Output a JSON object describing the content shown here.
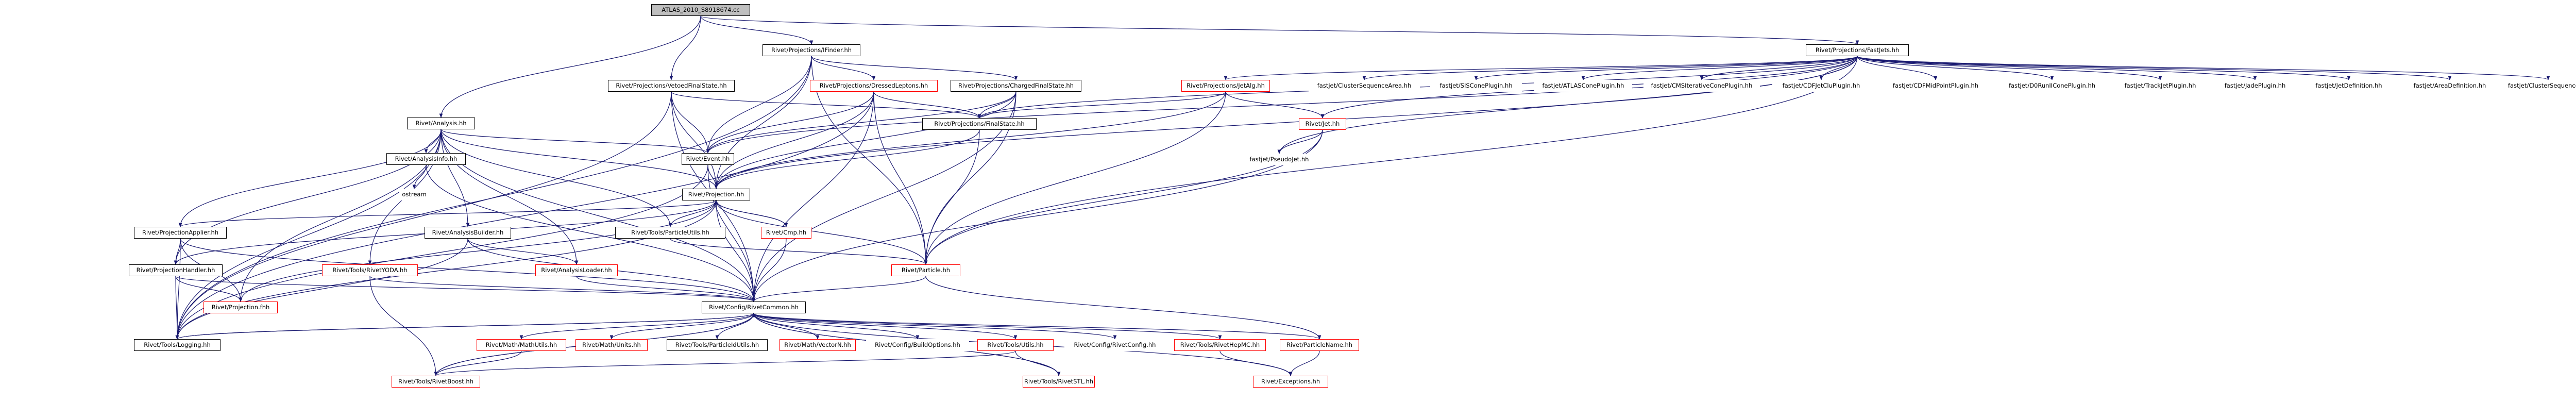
{
  "graph": {
    "title": "ATLAS_2010_S8918674.cc",
    "nodes": [
      {
        "id": "root",
        "label": "ATLAS_2010_S8918674.cc",
        "kind": "root"
      },
      {
        "id": "ffinder",
        "label": "Rivet/Projections/IFinder.hh",
        "kind": "normal"
      },
      {
        "id": "fastjets",
        "label": "Rivet/Projections/FastJets.hh",
        "kind": "normal"
      },
      {
        "id": "dressed",
        "label": "Rivet/Projections/DressedLeptons.hh",
        "kind": "red"
      },
      {
        "id": "charged",
        "label": "Rivet/Projections/ChargedFinalState.hh",
        "kind": "normal"
      },
      {
        "id": "vetoed",
        "label": "Rivet/Projections/VetoedFinalState.hh",
        "kind": "normal"
      },
      {
        "id": "jetalg",
        "label": "Rivet/Projections/JetAlg.hh",
        "kind": "red"
      },
      {
        "id": "csaf",
        "label": "fastjet/ClusterSequenceArea.hh",
        "kind": "plain"
      },
      {
        "id": "siscone",
        "label": "fastjet/SISConePlugin.hh",
        "kind": "plain"
      },
      {
        "id": "atlascone",
        "label": "fastjet/ATLASConePlugin.hh",
        "kind": "plain"
      },
      {
        "id": "cmsit",
        "label": "fastjet/CMSIterativeConePlugin.hh",
        "kind": "plain"
      },
      {
        "id": "cdfjetclu",
        "label": "fastjet/CDFJetCluPlugin.hh",
        "kind": "plain"
      },
      {
        "id": "cdfmid",
        "label": "fastjet/CDFMidPointPlugin.hh",
        "kind": "plain"
      },
      {
        "id": "d0run",
        "label": "fastjet/D0RunIIConePlugin.hh",
        "kind": "plain"
      },
      {
        "id": "trackjet",
        "label": "fastjet/TrackJetPlugin.hh",
        "kind": "plain"
      },
      {
        "id": "jade",
        "label": "fastjet/JadePlugin.hh",
        "kind": "plain"
      },
      {
        "id": "jetdef",
        "label": "fastjet/JetDefinition.hh",
        "kind": "plain"
      },
      {
        "id": "areadef",
        "label": "fastjet/AreaDefinition.hh",
        "kind": "plain"
      },
      {
        "id": "clusterseq",
        "label": "fastjet/ClusterSequence.hh",
        "kind": "plain"
      },
      {
        "id": "analysis",
        "label": "Rivet/Analysis.hh",
        "kind": "normal"
      },
      {
        "id": "finalstate",
        "label": "Rivet/Projections/FinalState.hh",
        "kind": "normal"
      },
      {
        "id": "jet",
        "label": "Rivet/Jet.hh",
        "kind": "red"
      },
      {
        "id": "analysisinfo",
        "label": "Rivet/AnalysisInfo.hh",
        "kind": "normal"
      },
      {
        "id": "event",
        "label": "Rivet/Event.hh",
        "kind": "normal"
      },
      {
        "id": "pseudojet",
        "label": "fastjet/PseudoJet.hh",
        "kind": "plain"
      },
      {
        "id": "ostream",
        "label": "ostream",
        "kind": "plain"
      },
      {
        "id": "projection",
        "label": "Rivet/Projection.hh",
        "kind": "normal"
      },
      {
        "id": "projapplier",
        "label": "Rivet/ProjectionApplier.hh",
        "kind": "normal"
      },
      {
        "id": "anabuilder",
        "label": "Rivet/AnalysisBuilder.hh",
        "kind": "normal"
      },
      {
        "id": "particleutils",
        "label": "Rivet/Tools/ParticleUtils.hh",
        "kind": "normal"
      },
      {
        "id": "cmp",
        "label": "Rivet/Cmp.hh",
        "kind": "red"
      },
      {
        "id": "projhandler",
        "label": "Rivet/ProjectionHandler.hh",
        "kind": "normal"
      },
      {
        "id": "yoda",
        "label": "Rivet/Tools/RivetYODA.hh",
        "kind": "red"
      },
      {
        "id": "analoader",
        "label": "Rivet/AnalysisLoader.hh",
        "kind": "red"
      },
      {
        "id": "particle",
        "label": "Rivet/Particle.hh",
        "kind": "red"
      },
      {
        "id": "projfhh",
        "label": "Rivet/Projection.fhh",
        "kind": "red"
      },
      {
        "id": "common",
        "label": "Rivet/Config/RivetCommon.hh",
        "kind": "normal"
      },
      {
        "id": "logging",
        "label": "Rivet/Tools/Logging.hh",
        "kind": "normal"
      },
      {
        "id": "mathutils",
        "label": "Rivet/Math/MathUtils.hh",
        "kind": "red"
      },
      {
        "id": "units",
        "label": "Rivet/Math/Units.hh",
        "kind": "red"
      },
      {
        "id": "pidutils",
        "label": "Rivet/Tools/ParticleIdUtils.hh",
        "kind": "normal"
      },
      {
        "id": "vectorn",
        "label": "Rivet/Math/VectorN.hh",
        "kind": "red"
      },
      {
        "id": "buildopts",
        "label": "Rivet/Config/BuildOptions.hh",
        "kind": "plain"
      },
      {
        "id": "utils",
        "label": "Rivet/Tools/Utils.hh",
        "kind": "red"
      },
      {
        "id": "rivetconfig",
        "label": "Rivet/Config/RivetConfig.hh",
        "kind": "plain"
      },
      {
        "id": "hepmc",
        "label": "Rivet/Tools/RivetHepMC.hh",
        "kind": "red"
      },
      {
        "id": "pname",
        "label": "Rivet/ParticleName.hh",
        "kind": "red"
      },
      {
        "id": "boost",
        "label": "Rivet/Tools/RivetBoost.hh",
        "kind": "red"
      },
      {
        "id": "stl",
        "label": "Rivet/Tools/RivetSTL.hh",
        "kind": "red"
      },
      {
        "id": "exceptions",
        "label": "Rivet/Exceptions.hh",
        "kind": "red"
      }
    ],
    "edges": [
      [
        "root",
        "ffinder"
      ],
      [
        "root",
        "fastjets"
      ],
      [
        "root",
        "vetoed"
      ],
      [
        "root",
        "analysis"
      ],
      [
        "ffinder",
        "dressed"
      ],
      [
        "ffinder",
        "charged"
      ],
      [
        "ffinder",
        "event"
      ],
      [
        "ffinder",
        "projection"
      ],
      [
        "ffinder",
        "particle"
      ],
      [
        "ffinder",
        "logging"
      ],
      [
        "fastjets",
        "jetalg"
      ],
      [
        "fastjets",
        "csaf"
      ],
      [
        "fastjets",
        "siscone"
      ],
      [
        "fastjets",
        "atlascone"
      ],
      [
        "fastjets",
        "cmsit"
      ],
      [
        "fastjets",
        "cdfjetclu"
      ],
      [
        "fastjets",
        "cdfmid"
      ],
      [
        "fastjets",
        "d0run"
      ],
      [
        "fastjets",
        "trackjet"
      ],
      [
        "fastjets",
        "jade"
      ],
      [
        "fastjets",
        "jetdef"
      ],
      [
        "fastjets",
        "areadef"
      ],
      [
        "fastjets",
        "clusterseq"
      ],
      [
        "fastjets",
        "jet"
      ],
      [
        "fastjets",
        "pseudojet"
      ],
      [
        "fastjets",
        "finalstate"
      ],
      [
        "fastjets",
        "event"
      ],
      [
        "fastjets",
        "projection"
      ],
      [
        "fastjets",
        "particle"
      ],
      [
        "dressed",
        "finalstate"
      ],
      [
        "dressed",
        "event"
      ],
      [
        "dressed",
        "projection"
      ],
      [
        "dressed",
        "particle"
      ],
      [
        "dressed",
        "common"
      ],
      [
        "dressed",
        "logging"
      ],
      [
        "charged",
        "finalstate"
      ],
      [
        "charged",
        "event"
      ],
      [
        "charged",
        "projection"
      ],
      [
        "charged",
        "particle"
      ],
      [
        "charged",
        "common"
      ],
      [
        "vetoed",
        "finalstate"
      ],
      [
        "vetoed",
        "event"
      ],
      [
        "vetoed",
        "projection"
      ],
      [
        "vetoed",
        "common"
      ],
      [
        "vetoed",
        "logging"
      ],
      [
        "jetalg",
        "finalstate"
      ],
      [
        "jetalg",
        "jet"
      ],
      [
        "jetalg",
        "projection"
      ],
      [
        "jetalg",
        "particle"
      ],
      [
        "analysis",
        "analysisinfo"
      ],
      [
        "analysis",
        "event"
      ],
      [
        "analysis",
        "projection"
      ],
      [
        "analysis",
        "projapplier"
      ],
      [
        "analysis",
        "projhandler"
      ],
      [
        "analysis",
        "anabuilder"
      ],
      [
        "analysis",
        "particleutils"
      ],
      [
        "analysis",
        "yoda"
      ],
      [
        "analysis",
        "analoader"
      ],
      [
        "analysis",
        "common"
      ],
      [
        "analysis",
        "logging"
      ],
      [
        "analysis",
        "projfhh"
      ],
      [
        "finalstate",
        "projection"
      ],
      [
        "finalstate",
        "particle"
      ],
      [
        "jet",
        "pseudojet"
      ],
      [
        "jet",
        "particle"
      ],
      [
        "jet",
        "common"
      ],
      [
        "analysisinfo",
        "ostream"
      ],
      [
        "analysisinfo",
        "common"
      ],
      [
        "event",
        "projection"
      ],
      [
        "event",
        "common"
      ],
      [
        "event",
        "logging"
      ],
      [
        "projection",
        "projapplier"
      ],
      [
        "projection",
        "projhandler"
      ],
      [
        "projection",
        "particleutils"
      ],
      [
        "projection",
        "cmp"
      ],
      [
        "projection",
        "common"
      ],
      [
        "projection",
        "logging"
      ],
      [
        "projection",
        "projfhh"
      ],
      [
        "projection",
        "particle"
      ],
      [
        "projapplier",
        "projhandler"
      ],
      [
        "projapplier",
        "projfhh"
      ],
      [
        "projapplier",
        "common"
      ],
      [
        "projapplier",
        "logging"
      ],
      [
        "anabuilder",
        "analoader"
      ],
      [
        "anabuilder",
        "common"
      ],
      [
        "anabuilder",
        "logging"
      ],
      [
        "particleutils",
        "particle"
      ],
      [
        "cmp",
        "projection"
      ],
      [
        "cmp",
        "common"
      ],
      [
        "projhandler",
        "projfhh"
      ],
      [
        "projhandler",
        "common"
      ],
      [
        "projhandler",
        "logging"
      ],
      [
        "yoda",
        "boost"
      ],
      [
        "yoda",
        "common"
      ],
      [
        "analoader",
        "common"
      ],
      [
        "particle",
        "common"
      ],
      [
        "particle",
        "pname"
      ],
      [
        "common",
        "logging"
      ],
      [
        "common",
        "mathutils"
      ],
      [
        "common",
        "units"
      ],
      [
        "common",
        "pidutils"
      ],
      [
        "common",
        "vectorn"
      ],
      [
        "common",
        "buildopts"
      ],
      [
        "common",
        "utils"
      ],
      [
        "common",
        "rivetconfig"
      ],
      [
        "common",
        "hepmc"
      ],
      [
        "common",
        "pname"
      ],
      [
        "common",
        "boost"
      ],
      [
        "common",
        "stl"
      ],
      [
        "common",
        "exceptions"
      ],
      [
        "logging",
        "common"
      ],
      [
        "mathutils",
        "boost"
      ],
      [
        "utils",
        "boost"
      ],
      [
        "utils",
        "stl"
      ],
      [
        "hepmc",
        "exceptions"
      ],
      [
        "pname",
        "exceptions"
      ],
      [
        "boost",
        "common"
      ],
      [
        "stl",
        "common"
      ]
    ]
  }
}
